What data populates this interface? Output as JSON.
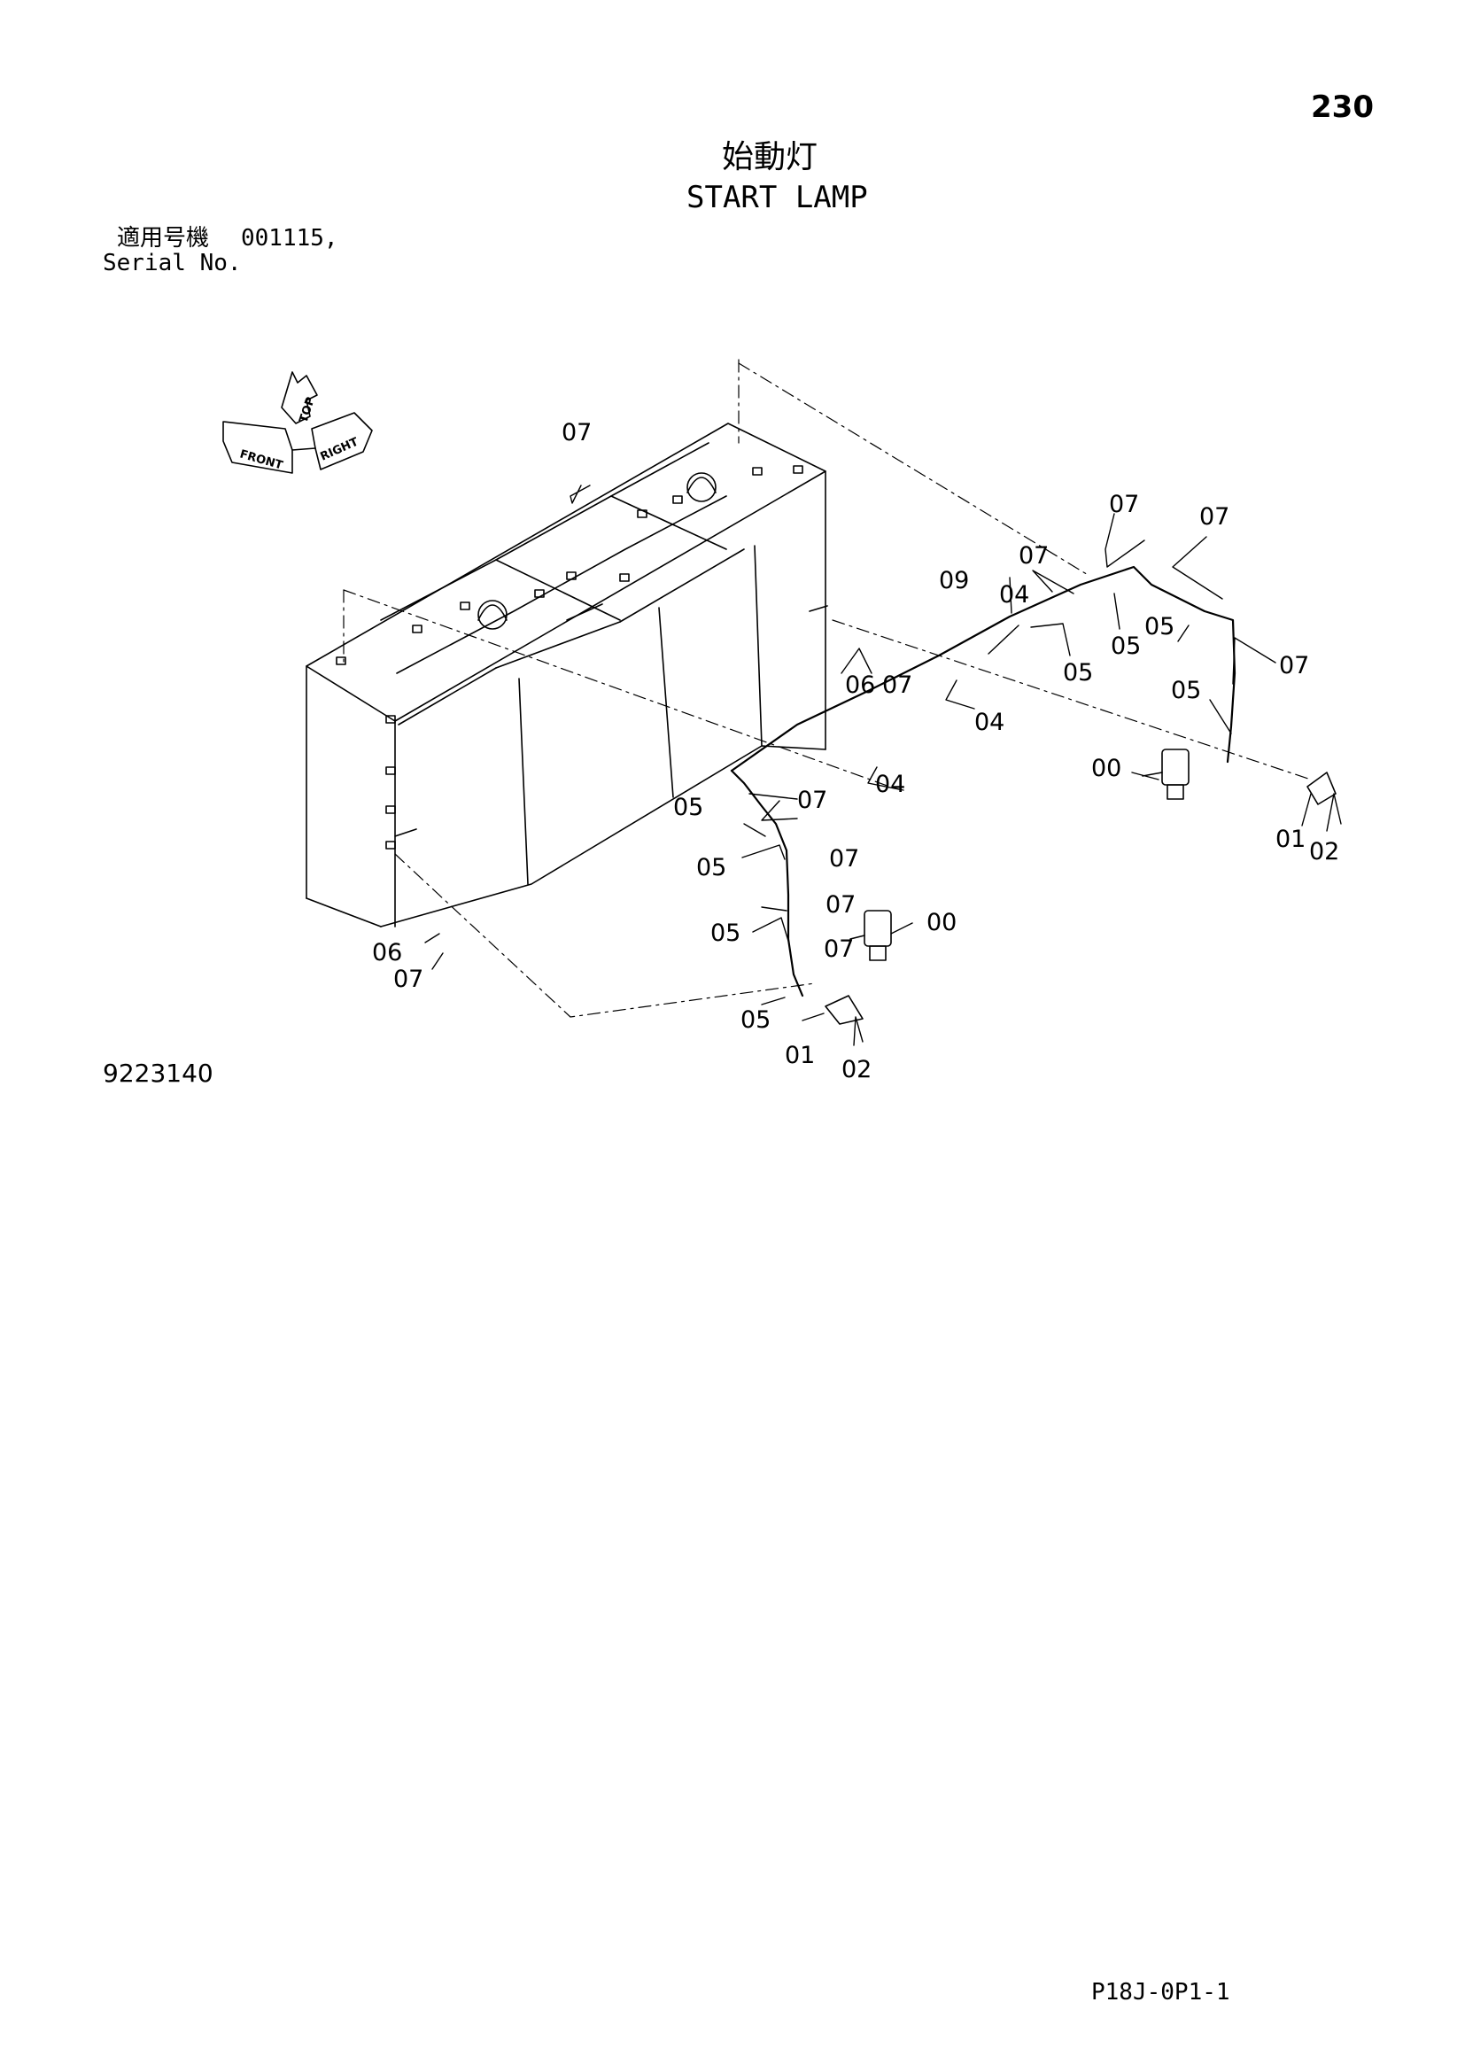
{
  "page": {
    "number": "230",
    "title_jp": "始動灯",
    "title_en": "START LAMP",
    "serial_label_jp": "適用号機",
    "serial_value": "001115,",
    "serial_label_en": "Serial No.",
    "figure_id": "9223140",
    "page_code": "P18J-0P1-1"
  },
  "orientation": {
    "front": "FRONT",
    "top": "TOP",
    "right": "RIGHT"
  },
  "callouts": [
    {
      "id": "c1",
      "text": "07"
    },
    {
      "id": "c2",
      "text": "07"
    },
    {
      "id": "c3",
      "text": "07"
    },
    {
      "id": "c4",
      "text": "07"
    },
    {
      "id": "c5",
      "text": "09"
    },
    {
      "id": "c6",
      "text": "04"
    },
    {
      "id": "c7",
      "text": "05"
    },
    {
      "id": "c8",
      "text": "05"
    },
    {
      "id": "c9",
      "text": "05"
    },
    {
      "id": "c10",
      "text": "07"
    },
    {
      "id": "c11",
      "text": "06"
    },
    {
      "id": "c12",
      "text": "07"
    },
    {
      "id": "c13",
      "text": "04"
    },
    {
      "id": "c14",
      "text": "05"
    },
    {
      "id": "c15",
      "text": "04"
    },
    {
      "id": "c16",
      "text": "00"
    },
    {
      "id": "c17",
      "text": "05"
    },
    {
      "id": "c18",
      "text": "07"
    },
    {
      "id": "c19",
      "text": "05"
    },
    {
      "id": "c20",
      "text": "07"
    },
    {
      "id": "c21",
      "text": "07"
    },
    {
      "id": "c22",
      "text": "05"
    },
    {
      "id": "c23",
      "text": "07"
    },
    {
      "id": "c24",
      "text": "00"
    },
    {
      "id": "c25",
      "text": "06"
    },
    {
      "id": "c26",
      "text": "07"
    },
    {
      "id": "c27",
      "text": "05"
    },
    {
      "id": "c28",
      "text": "01"
    },
    {
      "id": "c29",
      "text": "02"
    },
    {
      "id": "c30",
      "text": "01"
    },
    {
      "id": "c31",
      "text": "02"
    }
  ]
}
